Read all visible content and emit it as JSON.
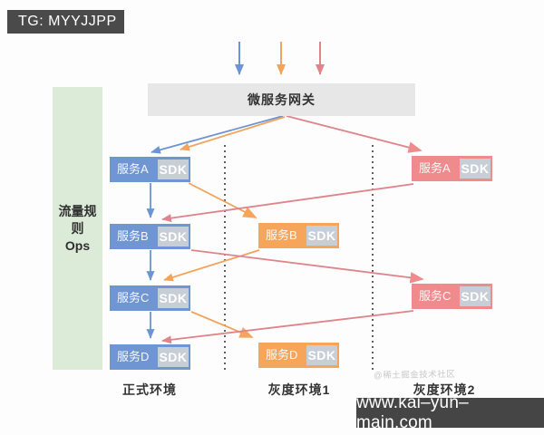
{
  "badge": {
    "label": "TG: MYYJJPP"
  },
  "gateway": {
    "label": "微服务网关"
  },
  "ops_panel": {
    "title": "流量规则",
    "subtitle": "Ops"
  },
  "sdk_badge_label": "SDK",
  "columns": {
    "production": {
      "label": "正式环境",
      "services": [
        {
          "label": "服务A"
        },
        {
          "label": "服务B"
        },
        {
          "label": "服务C"
        },
        {
          "label": "服务D"
        }
      ]
    },
    "gray1": {
      "label": "灰度环境1",
      "services": [
        {
          "label": "服务B"
        },
        {
          "label": "服务D"
        }
      ]
    },
    "gray2": {
      "label": "灰度环境2",
      "services": [
        {
          "label": "服务A"
        },
        {
          "label": "服务C"
        }
      ]
    }
  },
  "watermark": "@稀土掘金技术社区",
  "footer": {
    "url": "www.kai–yun–main.com"
  },
  "colors": {
    "production_box": "#6f95d3",
    "gray1_box": "#f5a65a",
    "gray2_box": "#ef8b8d",
    "gateway_bg": "#e7e7e7",
    "ops_bg": "#dcebd8",
    "sdk_bg": "#c8ced6",
    "line_blue": "#6c94d4",
    "line_orange": "#f2a35c",
    "line_red": "#e0838a",
    "dark_bar": "#454545"
  }
}
